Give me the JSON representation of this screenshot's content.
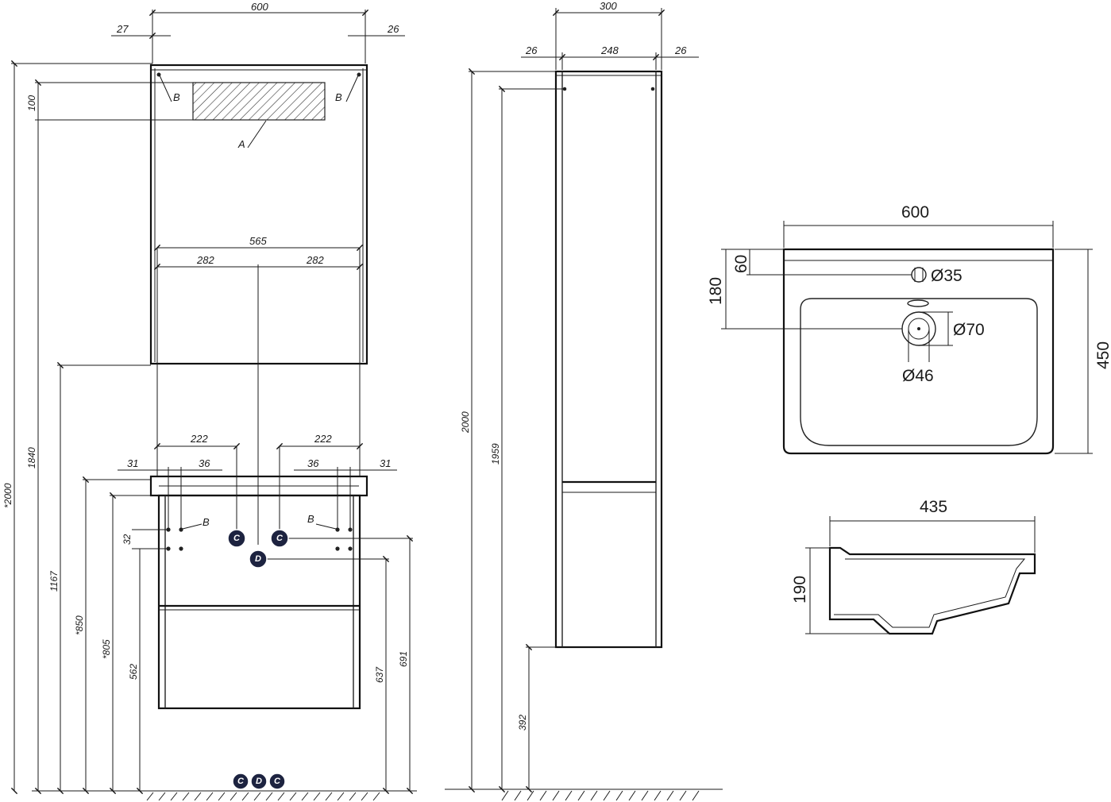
{
  "mirror_cabinet": {
    "width": "600",
    "side_left": "27",
    "side_right": "26",
    "offset_top": "100",
    "height_2000": "*2000",
    "height_1840": "1840",
    "label_a": "A",
    "label_b": "B"
  },
  "vanity": {
    "width_565": "565",
    "half_left": "282",
    "half_right": "282",
    "inner_left": "222",
    "inner_right": "222",
    "edge_left": "31",
    "step_left": "36",
    "edge_right": "31",
    "step_right": "36",
    "gap_32": "32",
    "h_1167": "1167",
    "h_850": "*850",
    "h_805": "*805",
    "h_562": "562",
    "h_637": "637",
    "h_691": "691",
    "label_b": "B",
    "mark_c": "C",
    "mark_d": "D"
  },
  "tall_cabinet": {
    "width_300": "300",
    "inner_248": "248",
    "side_left": "26",
    "side_right": "26",
    "h_2000": "2000",
    "h_1959": "1959",
    "h_392": "392"
  },
  "sink_top": {
    "width_600": "600",
    "depth_450": "450",
    "d_180": "180",
    "d_60": "60",
    "dia_35": "Ø35",
    "dia_70": "Ø70",
    "dia_46": "Ø46"
  },
  "sink_side": {
    "width_435": "435",
    "height_190": "190"
  }
}
